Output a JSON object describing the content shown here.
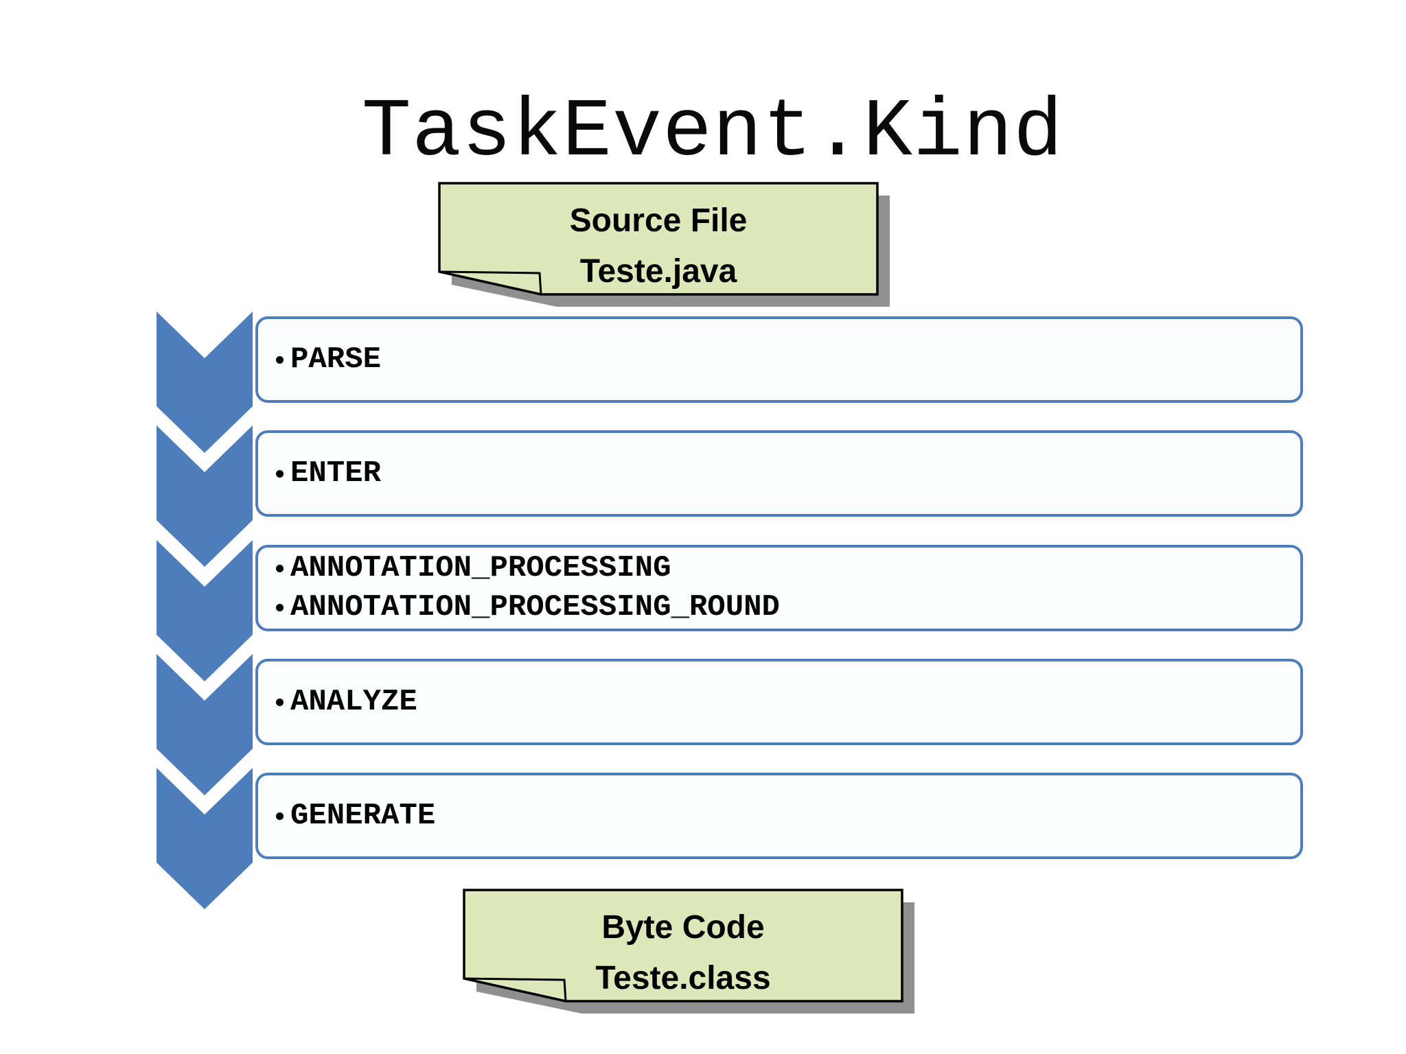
{
  "slide": {
    "title": "TaskEvent.Kind"
  },
  "source_note": {
    "line1": "Source File",
    "line2": "Teste.java"
  },
  "byte_note": {
    "line1": "Byte Code",
    "line2": "Teste.class"
  },
  "stages": [
    {
      "label": "PARSE"
    },
    {
      "label": "ENTER"
    },
    {
      "label": "ANNOTATION_PROCESSING",
      "label2": "ANNOTATION_PROCESSING_ROUND"
    },
    {
      "label": "ANALYZE"
    },
    {
      "label": "GENERATE"
    }
  ],
  "colors": {
    "accent_blue": "#4d7ebb",
    "note_fill": "#dce8ba",
    "note_border": "#000000",
    "note_shadow": "#8f8f8f",
    "bar_fill": "#fcfdfe",
    "text": "#000000"
  }
}
